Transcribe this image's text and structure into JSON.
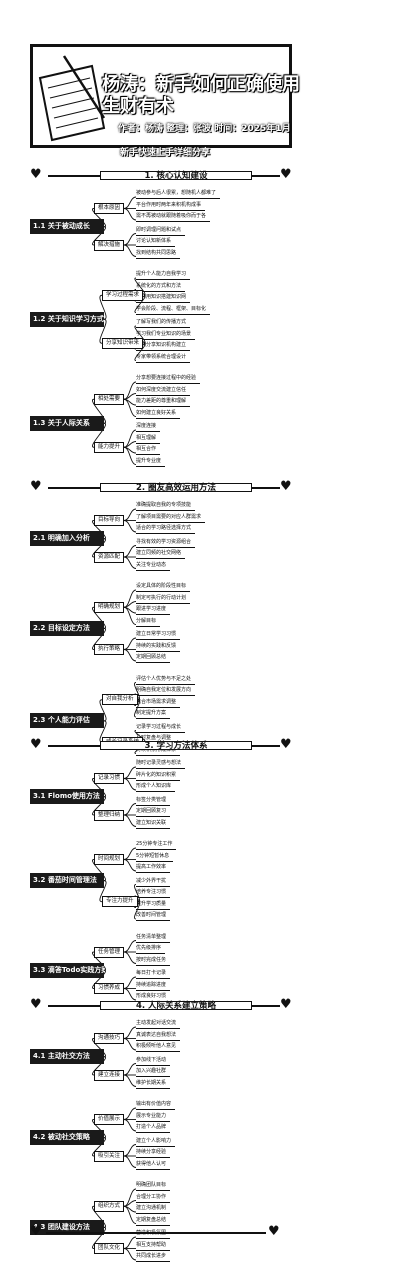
{
  "header": {
    "title_line1": "杨涛：新手如何正确使用",
    "title_line2": "生财有术",
    "meta": "作者：杨涛  整理：张波 时间：2025年1月",
    "subtitle": "新手快速上手详细分享"
  },
  "sections": [
    {
      "title": "1. 核心认知建设",
      "categories": [
        {
          "label": "1.1 关于被动成长",
          "subs": [
            {
              "label": "根本原因",
              "leaves": [
                "被动参与后人很累，想随机人都难了",
                "平台作用时两年来积机构成事",
                "需不再被动就跟随着吸你而于各"
              ]
            },
            {
              "label": "解决措施",
              "leaves": [
                "即时调理问题和试点",
                "讨论认知新体系",
                "找到结构共同思路"
              ]
            }
          ]
        },
        {
          "label": "1.2 关于知识学习方式",
          "subs": [
            {
              "label": "学习过程需求",
              "leaves": [
                "提升个人能力自我学习",
                "系统化的方式和方法",
                "学习用知识搭建知识网",
                "学会阶段、流程、框架、目标化"
              ]
            },
            {
              "label": "分享知识带来",
              "leaves": [
                "了解写我们的传播方式",
                "学习我们专业知识的场景",
                "机构分享知识机构建立",
                "专家带领系统合理设计"
              ]
            }
          ]
        },
        {
          "label": "1.3 关于人际关系",
          "subs": [
            {
              "label": "相处需要",
              "leaves": [
                "分享想要连接过程中的经验",
                "如何深度交流建立信任",
                "能力差距的尊重和理解",
                "如何建立良好关系"
              ]
            },
            {
              "label": "能力提升",
              "leaves": [
                "深度连接",
                "相互理解",
                "相互合作",
                "提升专业度"
              ]
            }
          ]
        }
      ]
    },
    {
      "title": "2. 圈友高效运用方法",
      "categories": [
        {
          "label": "2.1 明确加入分析",
          "subs": [
            {
              "label": "目标导向",
              "leaves": [
                "准确提取自我的专项技能",
                "了解项目需要的对应人群需求",
                "适合的学习路径选择方式"
              ]
            },
            {
              "label": "资源匹配",
              "leaves": [
                "寻找有效的学习资源组合",
                "建立同频的社交网络",
                "关注专业动态"
              ]
            }
          ]
        },
        {
          "label": "2.2 目标设定方法",
          "subs": [
            {
              "label": "明确规划",
              "leaves": [
                "设定具体的阶段性目标",
                "制定可执行的行动计划",
                "跟进学习进度",
                "分解目标"
              ]
            },
            {
              "label": "执行策略",
              "leaves": [
                "建立日常学习习惯",
                "持续的实践和反馈",
                "定期回顾总结"
              ]
            }
          ]
        },
        {
          "label": "2.3 个人能力评估",
          "subs": [
            {
              "label": "对自我分析",
              "leaves": [
                "评估个人优势与不足之处",
                "明确自我定位和发展方向",
                "结合市场需求调整",
                "制定提升方案"
              ]
            },
            {
              "label": "成长记录系统",
              "leaves": [
                "记录学习过程与成长",
                "及时复盘与调整",
                "持续积累形成体系"
              ]
            }
          ]
        }
      ]
    },
    {
      "title": "3. 学习方法体系",
      "categories": [
        {
          "label": "3.1 Flomo使用方法",
          "subs": [
            {
              "label": "记录习惯",
              "leaves": [
                "随时记录灵感与想法",
                "碎片化的知识积累",
                "形成个人知识库"
              ]
            },
            {
              "label": "整理归纳",
              "leaves": [
                "标签分类管理",
                "定期回顾复习",
                "建立知识关联"
              ]
            }
          ]
        },
        {
          "label": "3.2 番茄时间管理法",
          "subs": [
            {
              "label": "时间规划",
              "leaves": [
                "25分钟专注工作",
                "5分钟短暂休息",
                "提高工作效率"
              ]
            },
            {
              "label": "专注力提升",
              "leaves": [
                "减少外界干扰",
                "培养专注习惯",
                "提升学习质量",
                "改善时间管理"
              ]
            }
          ]
        },
        {
          "label": "3.3 滴答Todo实践方案",
          "subs": [
            {
              "label": "任务管理",
              "leaves": [
                "任务清单整理",
                "优先级排序",
                "按时完成任务"
              ]
            },
            {
              "label": "习惯养成",
              "leaves": [
                "每日打卡记录",
                "持续追踪进度",
                "形成良好习惯"
              ]
            }
          ]
        }
      ]
    },
    {
      "title": "4. 人际关系建立策略",
      "categories": [
        {
          "label": "4.1 主动社交方法",
          "subs": [
            {
              "label": "沟通技巧",
              "leaves": [
                "主动发起对话交流",
                "真诚表达自我想法",
                "积极倾听他人意见"
              ]
            },
            {
              "label": "建立连接",
              "leaves": [
                "参加线下活动",
                "加入兴趣社群",
                "维护长期关系"
              ]
            }
          ]
        },
        {
          "label": "4.2 被动社交策略",
          "subs": [
            {
              "label": "价值展示",
              "leaves": [
                "输出有价值内容",
                "展示专业能力",
                "打造个人品牌"
              ]
            },
            {
              "label": "吸引关注",
              "leaves": [
                "建立个人影响力",
                "持续分享经验",
                "获得他人认可"
              ]
            }
          ]
        },
        {
          "label": "4.3 团队建设方法",
          "subs": [
            {
              "label": "组织方式",
              "leaves": [
                "明确团队目标",
                "合理分工协作",
                "建立沟通机制",
                "定期复盘总结"
              ]
            },
            {
              "label": "团队文化",
              "leaves": [
                "营造积极氛围",
                "相互支持帮助",
                "共同成长进步"
              ]
            }
          ]
        }
      ]
    }
  ]
}
